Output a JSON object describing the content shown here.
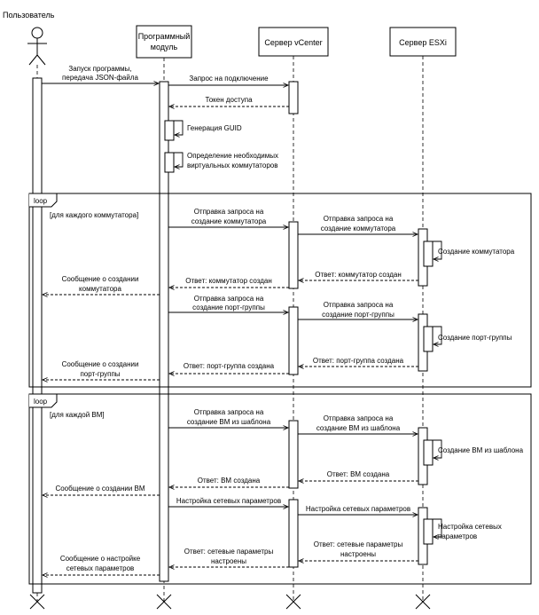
{
  "participants": {
    "user": "Пользователь",
    "module_l1": "Программный",
    "module_l2": "модуль",
    "vcenter": "Сервер vCenter",
    "esxi": "Сервер ESXi"
  },
  "messages": {
    "m1_l1": "Запуск программы,",
    "m1_l2": "передача JSON-файла",
    "m2": "Запрос на подключение",
    "m3": "Токен доступа",
    "m4": "Генерация GUID",
    "m5_l1": "Определение необходимых",
    "m5_l2": "виртуальных коммутаторов"
  },
  "loop1": {
    "tag": "loop",
    "guard": "[для каждого коммутатора]",
    "a1_l1": "Отправка запроса на",
    "a1_l2": "создание коммутатора",
    "a2_l1": "Отправка запроса на",
    "a2_l2": "создание коммутатора",
    "a3": "Создание коммутатора",
    "a4": "Ответ: коммутатор создан",
    "a5": "Ответ: коммутатор создан",
    "a6_l1": "Сообщение о создании",
    "a6_l2": "коммутатора",
    "b1_l1": "Отправка запроса на",
    "b1_l2": "создание порт-группы",
    "b2_l1": "Отправка запроса на",
    "b2_l2": "создание порт-группы",
    "b3": "Создание порт-группы",
    "b4": "Ответ: порт-группа создана",
    "b5": "Ответ: порт-группа создана",
    "b6_l1": "Сообщение о создании",
    "b6_l2": "порт-группы"
  },
  "loop2": {
    "tag": "loop",
    "guard": "[для каждой ВМ]",
    "c1_l1": "Отправка запроса на",
    "c1_l2": "создание ВМ из шаблона",
    "c2_l1": "Отправка запроса на",
    "c2_l2": "создание ВМ из шаблона",
    "c3": "Создание ВМ из шаблона",
    "c4": "Ответ: ВМ создана",
    "c5": "Ответ: ВМ создана",
    "c6": "Сообщение о создании ВМ",
    "d1": "Настройка сетевых параметров",
    "d2": "Настройка сетевых параметров",
    "d3_l1": "Настройка сетевых",
    "d3_l2": "параметров",
    "d4_l1": "Ответ: сетевые параметры",
    "d4_l2": "настроены",
    "d5_l1": "Ответ: сетевые параметры",
    "d5_l2": "настроены",
    "d6_l1": "Сообщение о настройке",
    "d6_l2": "сетевых параметров"
  }
}
